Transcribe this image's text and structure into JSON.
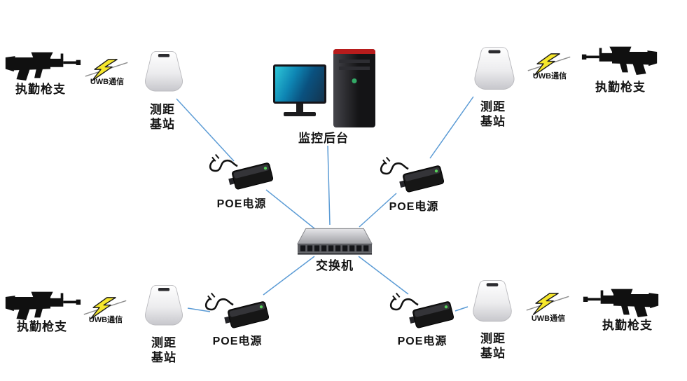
{
  "diagram": {
    "type": "network-topology",
    "labels": {
      "gun": "执勤枪支",
      "uwb": "UWB通信",
      "station_line1": "测距",
      "station_line2": "基站",
      "poe": "POE电源",
      "backend": "监控后台",
      "switch": "交换机"
    },
    "colors": {
      "wire": "#5b9bd5",
      "lightning": "#f6e72c",
      "text": "#141414",
      "background": "#ffffff"
    },
    "nodes": [
      {
        "id": "gun-top-left",
        "type": "duty-gun",
        "label": "执勤枪支"
      },
      {
        "id": "uwb-top-left",
        "type": "uwb-link",
        "label": "UWB通信"
      },
      {
        "id": "station-top-left",
        "type": "ranging-base-station",
        "label": "测距基站"
      },
      {
        "id": "poe-top-left",
        "type": "poe-power",
        "label": "POE电源"
      },
      {
        "id": "backend",
        "type": "monitoring-computer",
        "label": "监控后台"
      },
      {
        "id": "switch",
        "type": "network-switch",
        "label": "交换机"
      },
      {
        "id": "station-top-right",
        "type": "ranging-base-station",
        "label": "测距基站"
      },
      {
        "id": "poe-top-right",
        "type": "poe-power",
        "label": "POE电源"
      },
      {
        "id": "uwb-top-right",
        "type": "uwb-link",
        "label": "UWB通信"
      },
      {
        "id": "gun-top-right",
        "type": "duty-gun",
        "label": "执勤枪支"
      },
      {
        "id": "gun-bottom-left",
        "type": "duty-gun",
        "label": "执勤枪支"
      },
      {
        "id": "uwb-bottom-left",
        "type": "uwb-link",
        "label": "UWB通信"
      },
      {
        "id": "station-bottom-left",
        "type": "ranging-base-station",
        "label": "测距基站"
      },
      {
        "id": "poe-bottom-left",
        "type": "poe-power",
        "label": "POE电源"
      },
      {
        "id": "poe-bottom-right",
        "type": "poe-power",
        "label": "POE电源"
      },
      {
        "id": "station-bottom-right",
        "type": "ranging-base-station",
        "label": "测距基站"
      },
      {
        "id": "uwb-bottom-right",
        "type": "uwb-link",
        "label": "UWB通信"
      },
      {
        "id": "gun-bottom-right",
        "type": "duty-gun",
        "label": "执勤枪支"
      }
    ],
    "connections": [
      {
        "from": "backend",
        "to": "switch",
        "kind": "wired"
      },
      {
        "from": "station-top-left",
        "to": "poe-top-left",
        "kind": "wired"
      },
      {
        "from": "poe-top-left",
        "to": "switch",
        "kind": "wired"
      },
      {
        "from": "station-top-right",
        "to": "poe-top-right",
        "kind": "wired"
      },
      {
        "from": "poe-top-right",
        "to": "switch",
        "kind": "wired"
      },
      {
        "from": "switch",
        "to": "poe-bottom-left",
        "kind": "wired"
      },
      {
        "from": "poe-bottom-left",
        "to": "station-bottom-left",
        "kind": "wired"
      },
      {
        "from": "switch",
        "to": "poe-bottom-right",
        "kind": "wired"
      },
      {
        "from": "poe-bottom-right",
        "to": "station-bottom-right",
        "kind": "wired"
      },
      {
        "from": "gun-top-left",
        "to": "station-top-left",
        "kind": "uwb"
      },
      {
        "from": "gun-top-right",
        "to": "station-top-right",
        "kind": "uwb"
      },
      {
        "from": "gun-bottom-left",
        "to": "station-bottom-left",
        "kind": "uwb"
      },
      {
        "from": "gun-bottom-right",
        "to": "station-bottom-right",
        "kind": "uwb"
      }
    ]
  }
}
